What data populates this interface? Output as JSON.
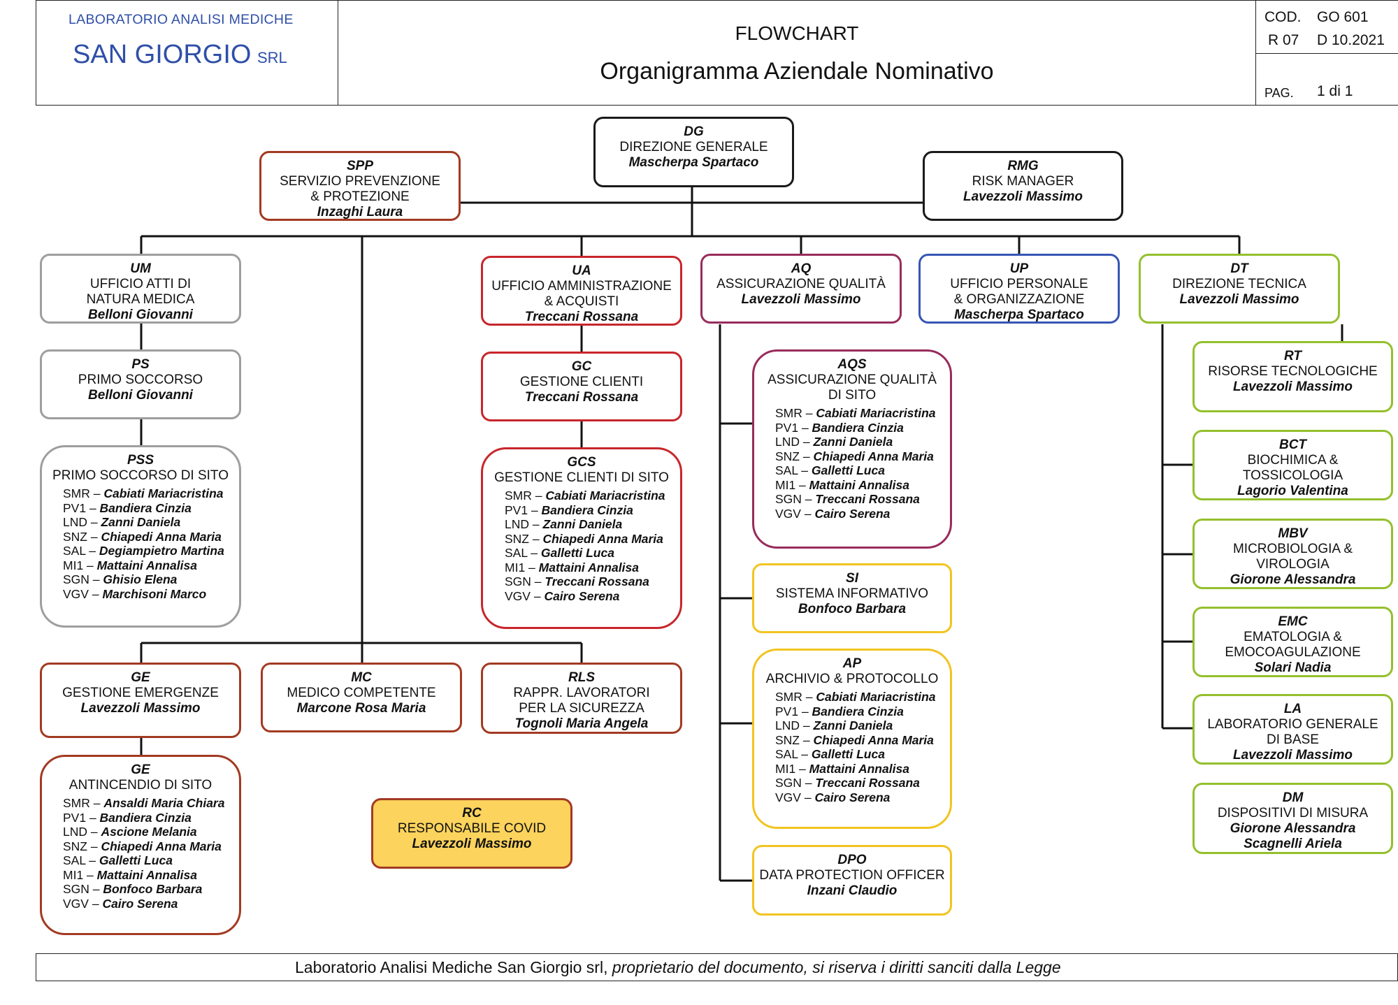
{
  "header": {
    "lab_line1": "LABORATORIO  ANALISI  MEDICHE",
    "lab_name": "SAN GIORGIO",
    "lab_suffix": "SRL",
    "doc_type": "FLOWCHART",
    "doc_title": "Organigramma Aziendale Nominativo",
    "cod_label": "COD.",
    "cod_value": "GO 601",
    "rev_label": "R 07",
    "rev_date": "D 10.2021",
    "page_label": "PAG.",
    "page_value": "1 di 1"
  },
  "nodes": {
    "dg": {
      "code": "DG",
      "title": "DIREZIONE GENERALE",
      "person": "Mascherpa Spartaco"
    },
    "spp": {
      "code": "SPP",
      "title": "SERVIZIO PREVENZIONE\n& PROTEZIONE",
      "person": "Inzaghi Laura"
    },
    "rmg": {
      "code": "RMG",
      "title": "RISK MANAGER",
      "person": "Lavezzoli Massimo"
    },
    "um": {
      "code": "UM",
      "title": "UFFICIO ATTI DI\nNATURA MEDICA",
      "person": "Belloni Giovanni"
    },
    "ps": {
      "code": "PS",
      "title": "PRIMO SOCCORSO",
      "person": "Belloni Giovanni"
    },
    "pss": {
      "code": "PSS",
      "title": "PRIMO SOCCORSO DI SITO",
      "sites": [
        {
          "site": "SMR",
          "person": "Cabiati Mariacristina"
        },
        {
          "site": "PV1",
          "person": "Bandiera Cinzia"
        },
        {
          "site": "LND",
          "person": "Zanni Daniela"
        },
        {
          "site": "SNZ",
          "person": "Chiapedi Anna Maria"
        },
        {
          "site": "SAL",
          "person": "Degiampietro Martina"
        },
        {
          "site": "MI1",
          "person": "Mattaini Annalisa"
        },
        {
          "site": "SGN",
          "person": "Ghisio Elena"
        },
        {
          "site": "VGV",
          "person": "Marchisoni Marco"
        }
      ]
    },
    "ua": {
      "code": "UA",
      "title": "UFFICIO AMMINISTRAZIONE\n&  ACQUISTI",
      "person": "Treccani Rossana"
    },
    "gc": {
      "code": "GC",
      "title": "GESTIONE CLIENTI",
      "person": "Treccani Rossana"
    },
    "gcs": {
      "code": "GCS",
      "title": "GESTIONE CLIENTI DI SITO",
      "sites": [
        {
          "site": "SMR",
          "person": "Cabiati Mariacristina"
        },
        {
          "site": "PV1",
          "person": "Bandiera Cinzia"
        },
        {
          "site": "LND",
          "person": "Zanni Daniela"
        },
        {
          "site": "SNZ",
          "person": "Chiapedi Anna Maria"
        },
        {
          "site": "SAL",
          "person": "Galletti Luca"
        },
        {
          "site": "MI1",
          "person": "Mattaini Annalisa"
        },
        {
          "site": "SGN",
          "person": "Treccani Rossana"
        },
        {
          "site": "VGV",
          "person": "Cairo Serena"
        }
      ]
    },
    "aq": {
      "code": "AQ",
      "title": "ASSICURAZIONE QUALITÀ",
      "person": "Lavezzoli Massimo"
    },
    "aqs": {
      "code": "AQS",
      "title": "ASSICURAZIONE QUALITÀ\nDI SITO",
      "sites": [
        {
          "site": "SMR",
          "person": "Cabiati Mariacristina"
        },
        {
          "site": "PV1",
          "person": "Bandiera Cinzia"
        },
        {
          "site": "LND",
          "person": "Zanni Daniela"
        },
        {
          "site": "SNZ",
          "person": "Chiapedi Anna Maria"
        },
        {
          "site": "SAL",
          "person": "Galletti Luca"
        },
        {
          "site": "MI1",
          "person": "Mattaini Annalisa"
        },
        {
          "site": "SGN",
          "person": "Treccani Rossana"
        },
        {
          "site": "VGV",
          "person": "Cairo Serena"
        }
      ]
    },
    "si": {
      "code": "SI",
      "title": "SISTEMA INFORMATIVO",
      "person": "Bonfoco Barbara"
    },
    "ap": {
      "code": "AP",
      "title": "ARCHIVIO & PROTOCOLLO",
      "sites": [
        {
          "site": "SMR",
          "person": "Cabiati Mariacristina"
        },
        {
          "site": "PV1",
          "person": "Bandiera Cinzia"
        },
        {
          "site": "LND",
          "person": "Zanni Daniela"
        },
        {
          "site": "SNZ",
          "person": "Chiapedi Anna Maria"
        },
        {
          "site": "SAL",
          "person": "Galletti Luca"
        },
        {
          "site": "MI1",
          "person": "Mattaini Annalisa"
        },
        {
          "site": "SGN",
          "person": "Treccani Rossana"
        },
        {
          "site": "VGV",
          "person": "Cairo Serena"
        }
      ]
    },
    "dpo": {
      "code": "DPO",
      "title": "DATA PROTECTION OFFICER",
      "person": "Inzani Claudio"
    },
    "up": {
      "code": "UP",
      "title": "UFFICIO PERSONALE\n& ORGANIZZAZIONE",
      "person": "Mascherpa Spartaco"
    },
    "dt": {
      "code": "DT",
      "title": "DIREZIONE TECNICA",
      "person": "Lavezzoli Massimo"
    },
    "rt": {
      "code": "RT",
      "title": "RISORSE TECNOLOGICHE",
      "person": "Lavezzoli Massimo"
    },
    "bct": {
      "code": "BCT",
      "title": "BIOCHIMICA &\nTOSSICOLOGIA",
      "person": "Lagorio Valentina"
    },
    "mbv": {
      "code": "MBV",
      "title": "MICROBIOLOGIA &\nVIROLOGIA",
      "person": "Giorone Alessandra"
    },
    "emc": {
      "code": "EMC",
      "title": "EMATOLOGIA &\nEMOCOAGULAZIONE",
      "person": "Solari Nadia"
    },
    "la": {
      "code": "LA",
      "title": "LABORATORIO GENERALE\nDI BASE",
      "person": "Lavezzoli Massimo"
    },
    "dm": {
      "code": "DM",
      "title": "DISPOSITIVI DI MISURA",
      "person": "Giorone Alessandra",
      "person2": "Scagnelli Ariela"
    },
    "ge": {
      "code": "GE",
      "title": "GESTIONE EMERGENZE",
      "person": "Lavezzoli Massimo"
    },
    "mc": {
      "code": "MC",
      "title": "MEDICO COMPETENTE",
      "person": "Marcone Rosa Maria"
    },
    "rls": {
      "code": "RLS",
      "title": "RAPPR. LAVORATORI\nPER LA SICUREZZA",
      "person": "Tognoli Maria Angela"
    },
    "ges": {
      "code": "GE",
      "title": "ANTINCENDIO DI SITO",
      "sites": [
        {
          "site": "SMR",
          "person": "Ansaldi Maria Chiara"
        },
        {
          "site": "PV1",
          "person": "Bandiera Cinzia"
        },
        {
          "site": "LND",
          "person": "Ascione Melania"
        },
        {
          "site": "SNZ",
          "person": "Chiapedi Anna Maria"
        },
        {
          "site": "SAL",
          "person": "Galletti Luca"
        },
        {
          "site": "MI1",
          "person": "Mattaini Annalisa"
        },
        {
          "site": "SGN",
          "person": "Bonfoco Barbara"
        },
        {
          "site": "VGV",
          "person": "Cairo Serena"
        }
      ]
    },
    "rc": {
      "code": "RC",
      "title": "RESPONSABILE COVID",
      "person": "Lavezzoli Massimo"
    }
  },
  "footer": {
    "text_plain": "Laboratorio Analisi Mediche San Giorgio srl,",
    "text_italic": "proprietario del documento, si riserva i diritti sanciti dalla Legge"
  },
  "colors": {
    "lab_blue": "#2f4fa8",
    "red": "#c8262b",
    "dark_red": "#a23a22",
    "grey": "#9e9e9e",
    "plum": "#982c5c",
    "blue": "#3656b4",
    "green": "#94c02c",
    "yellow": "#f2c420",
    "covid_fill": "#fcd35c"
  }
}
